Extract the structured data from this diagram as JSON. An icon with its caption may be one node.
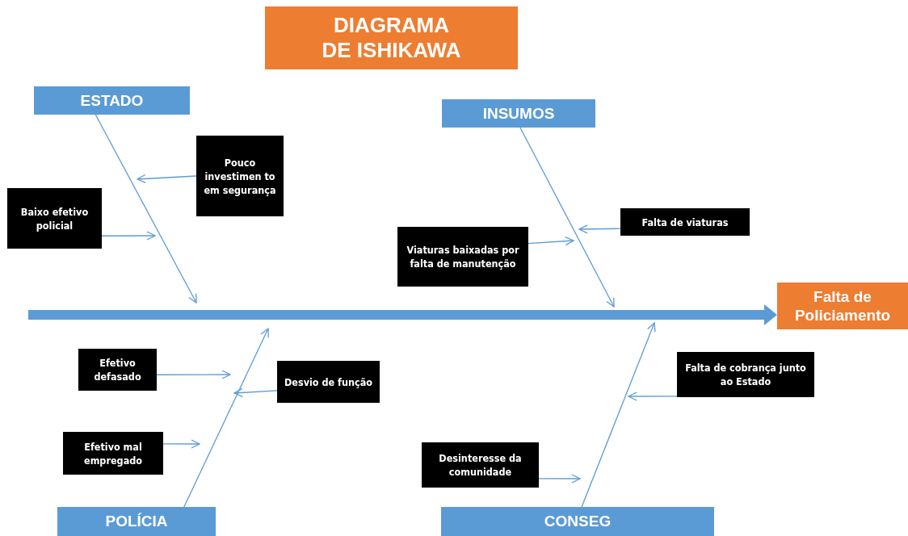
{
  "diagram": {
    "title": "DIAGRAMA DE ISHIKAWA",
    "nodes": [
      {
        "text": [
          "ESTADO"
        ]
      },
      {
        "text": [
          "INSUMOS"
        ]
      },
      {
        "text": [
          "Falta de Policiamento"
        ]
      },
      {
        "text": [
          "Pouco investimen to em segurança"
        ]
      },
      {
        "text": [
          "Baixo efetivo policial"
        ]
      },
      {
        "text": [
          "Falta de viaturas"
        ]
      },
      {
        "text": [
          "Viaturas baixadas por falta de manutenção"
        ]
      },
      {
        "text": [
          "Efetivo defasado"
        ]
      },
      {
        "text": [
          "Desvio de função"
        ]
      },
      {
        "text": [
          "Efetivo mal empregado"
        ]
      },
      {
        "text": [
          "Falta de cobrança junto ao Estado"
        ]
      },
      {
        "text": [
          "Desinteresse da comunidade"
        ]
      },
      {
        "text": [
          "POLÍCIA"
        ]
      },
      {
        "text": [
          "CONSEG"
        ]
      }
    ],
    "edges": [
      {
        "from": null,
        "to": 2,
        "arrow": "to",
        "style": "thick"
      },
      {
        "from": 0,
        "to": null,
        "arrow": "to"
      },
      {
        "from": 1,
        "to": null,
        "arrow": "to"
      },
      {
        "from": 12,
        "to": null,
        "arrow": "to"
      },
      {
        "from": 13,
        "to": null,
        "arrow": "to"
      },
      {
        "from": 3,
        "to": null,
        "arrow": "to"
      },
      {
        "from": 4,
        "to": null,
        "arrow": "to"
      },
      {
        "from": 5,
        "to": null,
        "arrow": "to"
      },
      {
        "from": 6,
        "to": null,
        "arrow": "to"
      },
      {
        "from": 7,
        "to": null,
        "arrow": "to"
      },
      {
        "from": 8,
        "to": null,
        "arrow": "to"
      },
      {
        "from": 9,
        "to": null,
        "arrow": "to"
      },
      {
        "from": 10,
        "to": null,
        "arrow": "to"
      },
      {
        "from": 11,
        "to": null,
        "arrow": "to"
      }
    ]
  }
}
